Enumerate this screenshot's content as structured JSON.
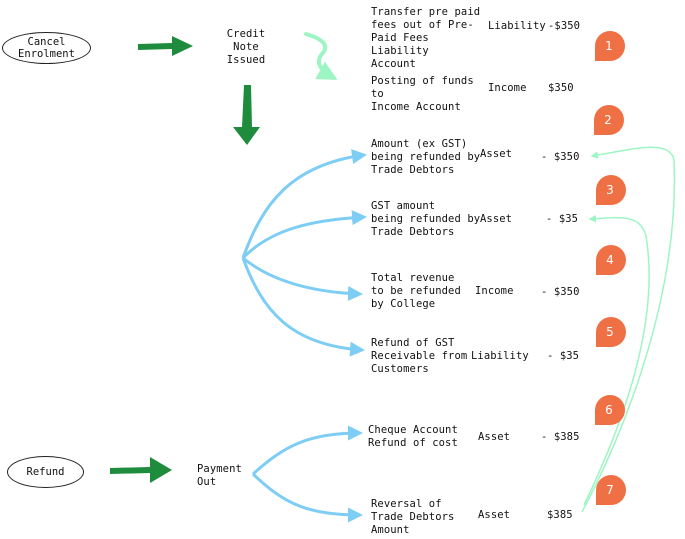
{
  "colors": {
    "green_arrow": "#1e8c3c",
    "light_green_arrow": "#7ef2b0",
    "blue_arrow": "#7dcdf5",
    "marker": "#f07045",
    "text": "#111111"
  },
  "start_nodes": {
    "cancel_enrolment": "Cancel\nEnrolment",
    "refund": "Refund"
  },
  "steps": {
    "credit_note": "Credit\nNote\nIssued",
    "payment_out": "Payment\nOut"
  },
  "entries": [
    {
      "description": "Transfer pre paid\nfees out of Pre-\nPaid Fees Liability\nAccount",
      "type": "Liability",
      "amount": "-$350"
    },
    {
      "description": "Posting of funds  to\nIncome Account",
      "type": "Income",
      "amount": "$350"
    },
    {
      "description": "Amount (ex GST)\nbeing refunded by\nTrade Debtors",
      "type": "Asset",
      "amount": "- $350"
    },
    {
      "description": "GST amount\nbeing refunded by\nTrade Debtors",
      "type": "Asset",
      "amount": "- $35"
    },
    {
      "description": "Total revenue\nto be refunded\nby College",
      "type": "Income",
      "amount": "- $350"
    },
    {
      "description": "Refund of GST\nReceivable from\nCustomers",
      "type": "Liability",
      "amount": "- $35"
    },
    {
      "description": "Cheque Account\nRefund of cost",
      "type": "Asset",
      "amount": "- $385"
    },
    {
      "description": "Reversal of\nTrade Debtors\nAmount",
      "type": "Asset",
      "amount": "$385"
    }
  ],
  "markers": [
    "1",
    "2",
    "3",
    "4",
    "5",
    "6",
    "7"
  ],
  "icons": {
    "flow_arrow": "arrow-icon",
    "marker": "map-pin-icon"
  }
}
